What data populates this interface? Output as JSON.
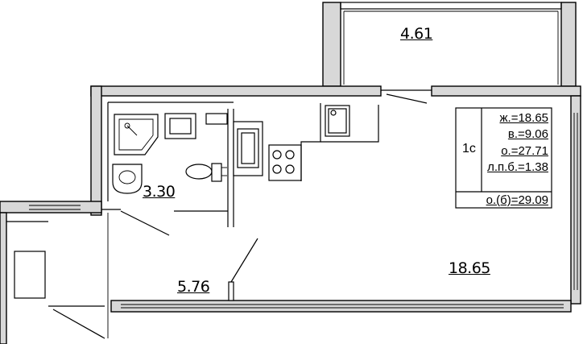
{
  "rooms": {
    "balcony_area": "4.61",
    "bathroom_area": "3.30",
    "hall_area": "5.76",
    "main_area": "18.65"
  },
  "legend": {
    "apartment_type": "1с",
    "rows": [
      "ж.=18.65",
      "в.=9.06",
      "о.=27.71",
      "л.п.б.=1.38",
      "о.(б)=29.09"
    ]
  }
}
